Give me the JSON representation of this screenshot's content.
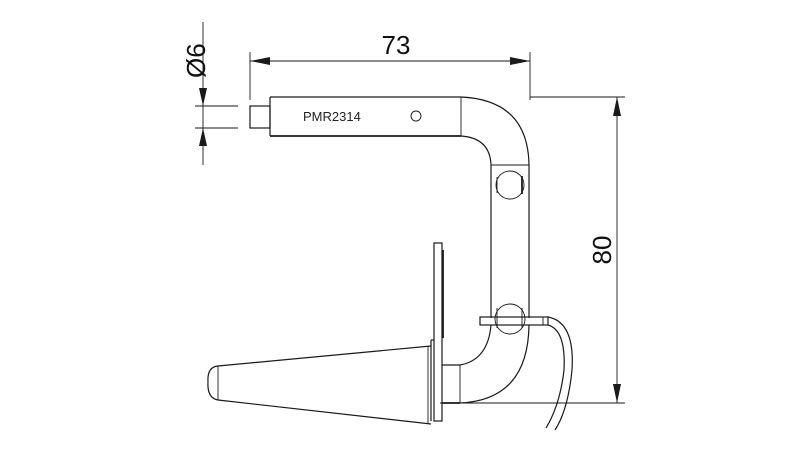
{
  "drawing": {
    "part_label": "PMR2314",
    "dimensions": {
      "diameter": "Ø6",
      "width": "73",
      "height": "80"
    }
  }
}
